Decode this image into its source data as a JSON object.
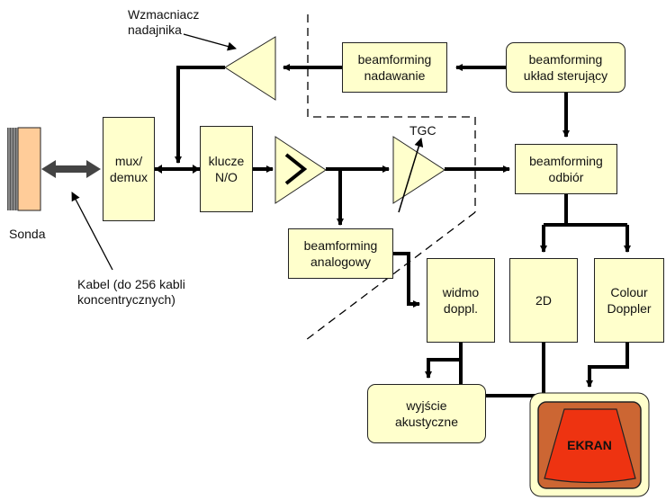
{
  "labels": {
    "amplifier": "Wzmacniacz\nnadajnika",
    "probe": "Sonda",
    "cable": "Kabel (do 256 kabli\nkoncentrycznych)",
    "tgc": "TGC"
  },
  "blocks": {
    "bf_tx": "beamforming\nnadawanie",
    "bf_ctrl": "beamforming\nukład sterujący",
    "mux": "mux/\ndemux",
    "switches": "klucze\nN/O",
    "bf_rx": "beamforming\nodbiór",
    "bf_analog": "beamforming\nanalogowy",
    "doppler_spec": "widmo\ndoppl.",
    "mode_2d": "2D",
    "colour_doppler": "Colour\nDoppler",
    "audio_out": "wyjście\nakustyczne"
  },
  "screen": {
    "label": "EKRAN"
  },
  "colors": {
    "block_fill": "#ffffcc",
    "probe_fill": "#ffcc99",
    "screen_outer": "#cc6633",
    "screen_inner": "#ee3311",
    "line": "#000000"
  }
}
